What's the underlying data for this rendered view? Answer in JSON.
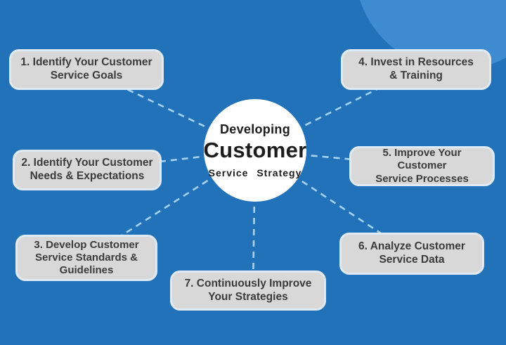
{
  "title": "Developing Customer Service Strategy",
  "center": {
    "line1": "Developing",
    "line2": "Customer",
    "line3": "Service Strategy"
  },
  "steps": [
    {
      "label": "1. Identify Your Customer\nService Goals"
    },
    {
      "label": "2. Identify Your Customer\nNeeds & Expectations"
    },
    {
      "label": "3. Develop Customer\nService Standards &\nGuidelines"
    },
    {
      "label": "4. Invest in Resources\n& Training"
    },
    {
      "label": "5. Improve Your Customer\nService Processes"
    },
    {
      "label": "6. Analyze Customer\nService Data"
    },
    {
      "label": "7. Continuously Improve\nYour Strategies"
    }
  ],
  "palette": {
    "background": "#2272b9",
    "corner_blob": "#3f8bd1",
    "dash_color": "#a5d2f2",
    "box_fill": "#d8d8d8",
    "box_border": "#dfeaf5",
    "box_text": "#3b3b3b",
    "center_fill": "#ffffff",
    "center_text": "#1c1c1c"
  }
}
